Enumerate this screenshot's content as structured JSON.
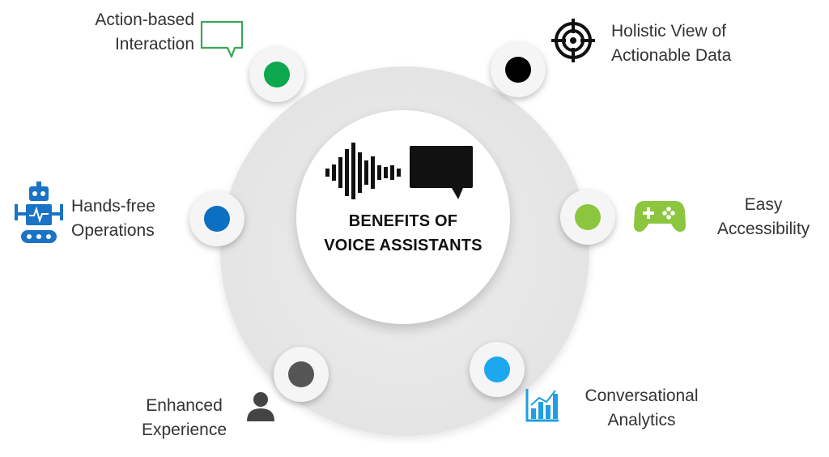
{
  "hub": {
    "line1": "BENEFITS OF",
    "line2": "VOICE ASSISTANTS",
    "icons": [
      "sound-wave-icon",
      "speech-bubble-icon"
    ]
  },
  "benefits": [
    {
      "line1": "Action-based",
      "line2": "Interaction",
      "dot_color": "#0da84e",
      "icon": "chat-bubble-outline-icon",
      "icon_color": "#3aa655"
    },
    {
      "line1": "Holistic View of",
      "line2": "Actionable Data",
      "dot_color": "#000000",
      "icon": "target-crosshair-icon",
      "icon_color": "#111111"
    },
    {
      "line1": "Easy",
      "line2": "Accessibility",
      "dot_color": "#8cc63f",
      "icon": "gamepad-icon",
      "icon_color": "#8cc63f"
    },
    {
      "line1": "Conversational",
      "line2": "Analytics",
      "dot_color": "#1da7ef",
      "icon": "bar-chart-icon",
      "icon_color": "#1f9fe0"
    },
    {
      "line1": "Enhanced",
      "line2": "Experience",
      "dot_color": "#555555",
      "icon": "user-icon",
      "icon_color": "#444444"
    },
    {
      "line1": "Hands-free",
      "line2": "Operations",
      "dot_color": "#0b6fc2",
      "icon": "robot-icon",
      "icon_color": "#1a73c4"
    }
  ]
}
